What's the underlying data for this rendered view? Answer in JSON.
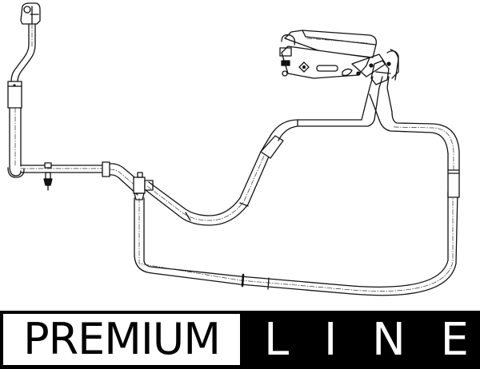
{
  "drawing": {
    "subject": "air-conditioning-hose-line-assembly",
    "line_color": "#111111",
    "background_color": "#ffffff"
  },
  "banner": {
    "word_left": "PREMIUM",
    "word_right_letters": [
      "L",
      "I",
      "N",
      "E"
    ],
    "left_bg": "#ffffff",
    "left_fg": "#000000",
    "right_bg": "#000000",
    "right_fg": "#ffffff"
  }
}
